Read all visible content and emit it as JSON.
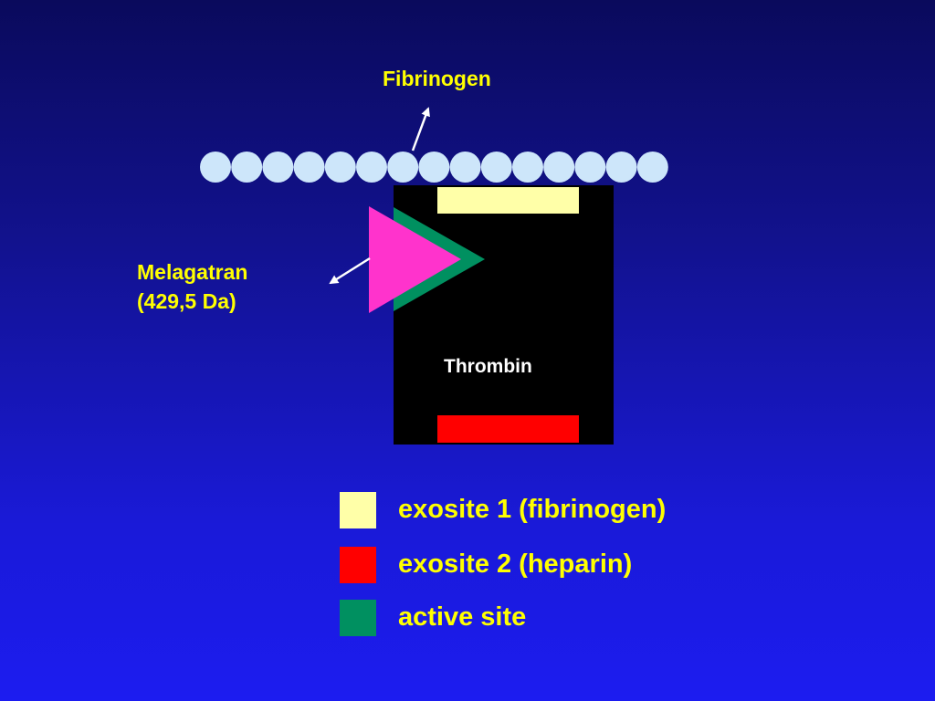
{
  "labels": {
    "fibrinogen": "Fibrinogen",
    "melagatran_line1": "Melagatran",
    "melagatran_line2": "(429,5 Da)",
    "thrombin": "Thrombin"
  },
  "legend": [
    {
      "label": "exosite 1 (fibrinogen)",
      "color": "#ffffa8"
    },
    {
      "label": "exosite 2 (heparin)",
      "color": "#ff0000"
    },
    {
      "label": "active site",
      "color": "#009060"
    }
  ],
  "colors": {
    "fibrinogen_bead": "#cde6fa",
    "thrombin_body": "#000000",
    "exosite1": "#ffffa8",
    "exosite2": "#ff0000",
    "active_site": "#009060",
    "melagatran": "#ff33cc",
    "arrow": "#ffffff",
    "text": "#ffff00"
  }
}
